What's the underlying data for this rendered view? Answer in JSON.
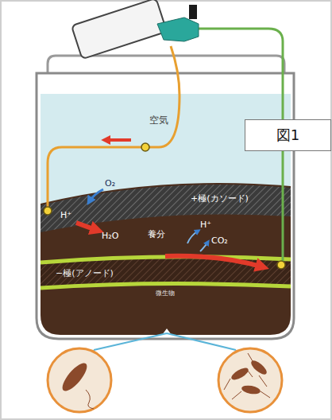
{
  "diagram": {
    "nodes": [
      {
        "text": [
          "空気"
        ]
      },
      {
        "text": [
          "+極(カソード)"
        ]
      },
      {
        "text": [
          "−極(アノード)"
        ]
      },
      {
        "text": [
          "図1"
        ]
      }
    ],
    "labels": [
      "O₂",
      "H⁺",
      "H₂O",
      "養分",
      "H⁺",
      "CO₂",
      "微生物"
    ]
  }
}
